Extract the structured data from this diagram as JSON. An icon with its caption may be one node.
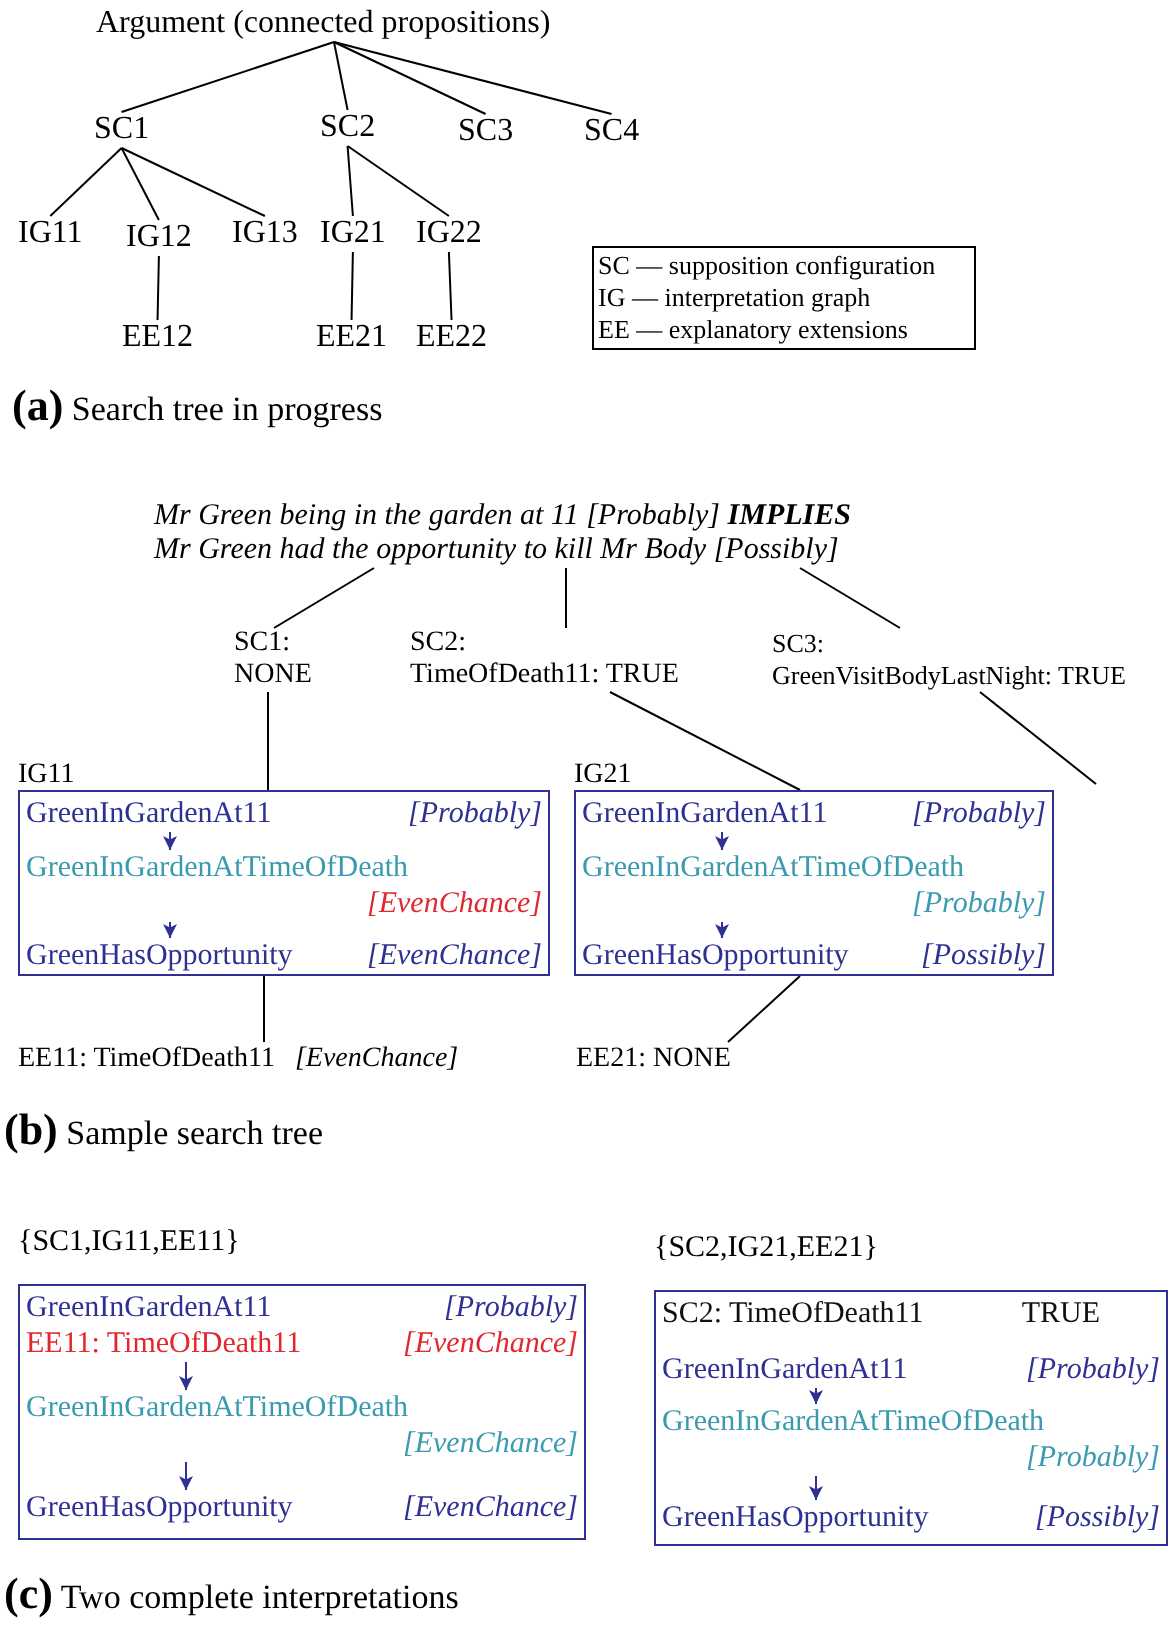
{
  "diagram": {
    "nodes": [
      {
        "text": [
          "Argument (connected propositions)"
        ]
      },
      {
        "text": [
          "SC1"
        ]
      },
      {
        "text": [
          "SC2"
        ]
      },
      {
        "text": [
          "SC3"
        ]
      },
      {
        "text": [
          "SC4"
        ]
      },
      {
        "text": [
          "IG11"
        ]
      },
      {
        "text": [
          "IG12"
        ]
      },
      {
        "text": [
          "IG13"
        ]
      },
      {
        "text": [
          "IG21"
        ]
      },
      {
        "text": [
          "IG22"
        ]
      },
      {
        "text": [
          "EE12"
        ]
      },
      {
        "text": [
          "EE21"
        ]
      },
      {
        "text": [
          "EE22"
        ]
      },
      {
        "text": [
          "SC –– supposition configuration",
          "IG –– interpretation graph",
          "EE –– explanatory extensions"
        ]
      },
      {
        "text": [
          "Mr Green being in the garden at 11 [Probably] **IMPLIES**",
          "Mr Green had the opportunity to kill Mr Body [Possibly]"
        ]
      },
      {
        "text": [
          "SC1:",
          "NONE"
        ]
      },
      {
        "text": [
          "SC2:",
          "TimeOfDeath11: TRUE"
        ]
      },
      {
        "text": [
          "SC3:",
          "GreenVisitBodyLastNight: TRUE"
        ]
      },
      {
        "text": [
          "IG11"
        ]
      },
      {
        "text": [
          "GreenInGardenAt11"
        ],
        "beside": [
          "[Probably]"
        ],
        "in": 18
      },
      {
        "text": [
          "GreenInGardenAtTimeOfDeath"
        ],
        "beside": [
          "[EvenChance]"
        ],
        "in": 18
      },
      {
        "text": [
          "GreenHasOpportunity"
        ],
        "beside": [
          "[EvenChance]"
        ],
        "in": 18
      },
      {
        "text": [
          "IG21"
        ]
      },
      {
        "text": [
          "GreenInGardenAt11"
        ],
        "beside": [
          "[Probably]"
        ],
        "in": 22
      },
      {
        "text": [
          "GreenInGardenAtTimeOfDeath"
        ],
        "beside": [
          "[Probably]"
        ],
        "in": 22
      },
      {
        "text": [
          "GreenHasOpportunity"
        ],
        "beside": [
          "[Possibly]"
        ],
        "in": 22
      },
      {
        "text": [
          "EE11: TimeOfDeath11"
        ],
        "beside": [
          "[EvenChance]"
        ]
      },
      {
        "text": [
          "EE21: NONE"
        ]
      },
      {
        "text": [
          "{SC1,IG11,EE11}"
        ]
      },
      {
        "text": [
          "GreenInGardenAt11"
        ],
        "beside": [
          "[Probably]"
        ],
        "in": 28
      },
      {
        "text": [
          "EE11: TimeOfDeath11"
        ],
        "beside": [
          "[EvenChance]"
        ],
        "in": 28
      },
      {
        "text": [
          "GreenInGardenAtTimeOfDeath"
        ],
        "beside": [
          "[EvenChance]"
        ],
        "in": 28
      },
      {
        "text": [
          "GreenHasOpportunity"
        ],
        "beside": [
          "[EvenChance]"
        ],
        "in": 28
      },
      {
        "text": [
          "{SC2,IG21,EE21}"
        ]
      },
      {
        "text": [
          "SC2: TimeOfDeath11"
        ],
        "beside": [
          "TRUE"
        ],
        "in": 33
      },
      {
        "text": [
          "GreenInGardenAt11"
        ],
        "beside": [
          "[Probably]"
        ],
        "in": 33
      },
      {
        "text": [
          "GreenInGardenAtTimeOfDeath"
        ],
        "beside": [
          "[Probably]"
        ],
        "in": 33
      },
      {
        "text": [
          "GreenHasOpportunity"
        ],
        "beside": [
          "[Possibly]"
        ],
        "in": 33
      }
    ],
    "edges": [
      {
        "from": 0,
        "to": 1,
        "arrow": "none"
      },
      {
        "from": 0,
        "to": 2,
        "arrow": "none"
      },
      {
        "from": 0,
        "to": 3,
        "arrow": "none"
      },
      {
        "from": 0,
        "to": 4,
        "arrow": "none"
      },
      {
        "from": 1,
        "to": 5,
        "arrow": "none"
      },
      {
        "from": 1,
        "to": 6,
        "arrow": "none"
      },
      {
        "from": 1,
        "to": 7,
        "arrow": "none"
      },
      {
        "from": 2,
        "to": 8,
        "arrow": "none"
      },
      {
        "from": 2,
        "to": 9,
        "arrow": "none"
      },
      {
        "from": 6,
        "to": 10,
        "arrow": "none"
      },
      {
        "from": 8,
        "to": 11,
        "arrow": "none"
      },
      {
        "from": 9,
        "to": 12,
        "arrow": "none"
      },
      {
        "from": 14,
        "to": 15,
        "arrow": "none"
      },
      {
        "from": 14,
        "to": 16,
        "arrow": "none"
      },
      {
        "from": 14,
        "to": 17,
        "arrow": "none"
      },
      {
        "from": 15,
        "to": 18,
        "arrow": "none"
      },
      {
        "from": 16,
        "to": 22,
        "arrow": "none"
      },
      {
        "from": 17,
        "to": null,
        "arrow": "none"
      },
      {
        "from": 18,
        "to": 26,
        "arrow": "none"
      },
      {
        "from": 22,
        "to": 27,
        "arrow": "none"
      },
      {
        "from": 19,
        "to": 20,
        "arrow": "to",
        "color": "#2e3192"
      },
      {
        "from": 20,
        "to": 21,
        "arrow": "to",
        "color": "#2e3192"
      },
      {
        "from": 23,
        "to": 24,
        "arrow": "to",
        "color": "#2e3192"
      },
      {
        "from": 24,
        "to": 25,
        "arrow": "to",
        "color": "#2e3192"
      },
      {
        "from": 30,
        "to": 31,
        "arrow": "to",
        "color": "#2e3192"
      },
      {
        "from": 31,
        "to": 32,
        "arrow": "to",
        "color": "#2e3192"
      },
      {
        "from": 35,
        "to": 36,
        "arrow": "to",
        "color": "#2e3192"
      },
      {
        "from": 36,
        "to": 37,
        "arrow": "to",
        "color": "#2e3192"
      }
    ],
    "labels": [
      "**(a)** Search tree in progress",
      "**(b)** Sample search tree",
      "**(c)** Two complete interpretations"
    ]
  }
}
